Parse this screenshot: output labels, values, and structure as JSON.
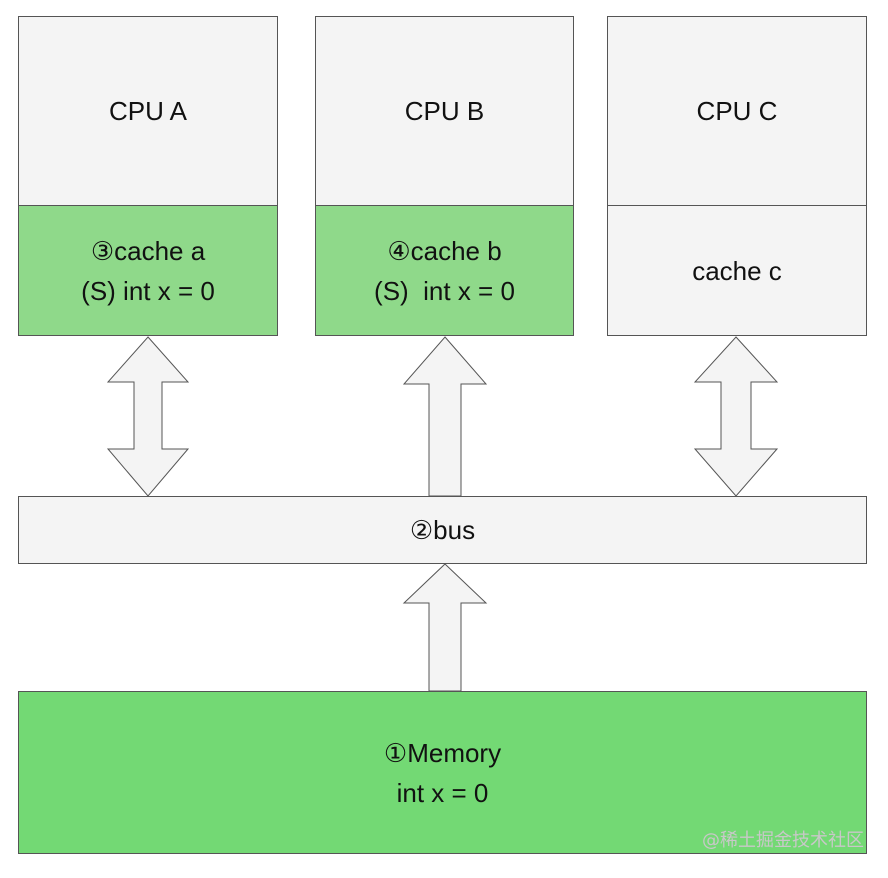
{
  "cpus": [
    {
      "cpu_label": "CPU A",
      "cache_line1": "③cache a",
      "cache_line2": "(S) int x = 0"
    },
    {
      "cpu_label": "CPU B",
      "cache_line1": "④cache b",
      "cache_line2": "(S)  int x = 0"
    },
    {
      "cpu_label": "CPU C",
      "cache_line1": "cache c"
    }
  ],
  "bus": {
    "label": "②bus"
  },
  "memory": {
    "line1": "①Memory",
    "line2": "int x = 0"
  },
  "watermark": "@稀土掘金技术社区",
  "colors": {
    "cpu_fill": "#f4f4f4",
    "shared_cache_fill": "#8fd98a",
    "memory_fill": "#73d974",
    "arrow_fill": "#f4f4f4",
    "border": "#555555"
  }
}
